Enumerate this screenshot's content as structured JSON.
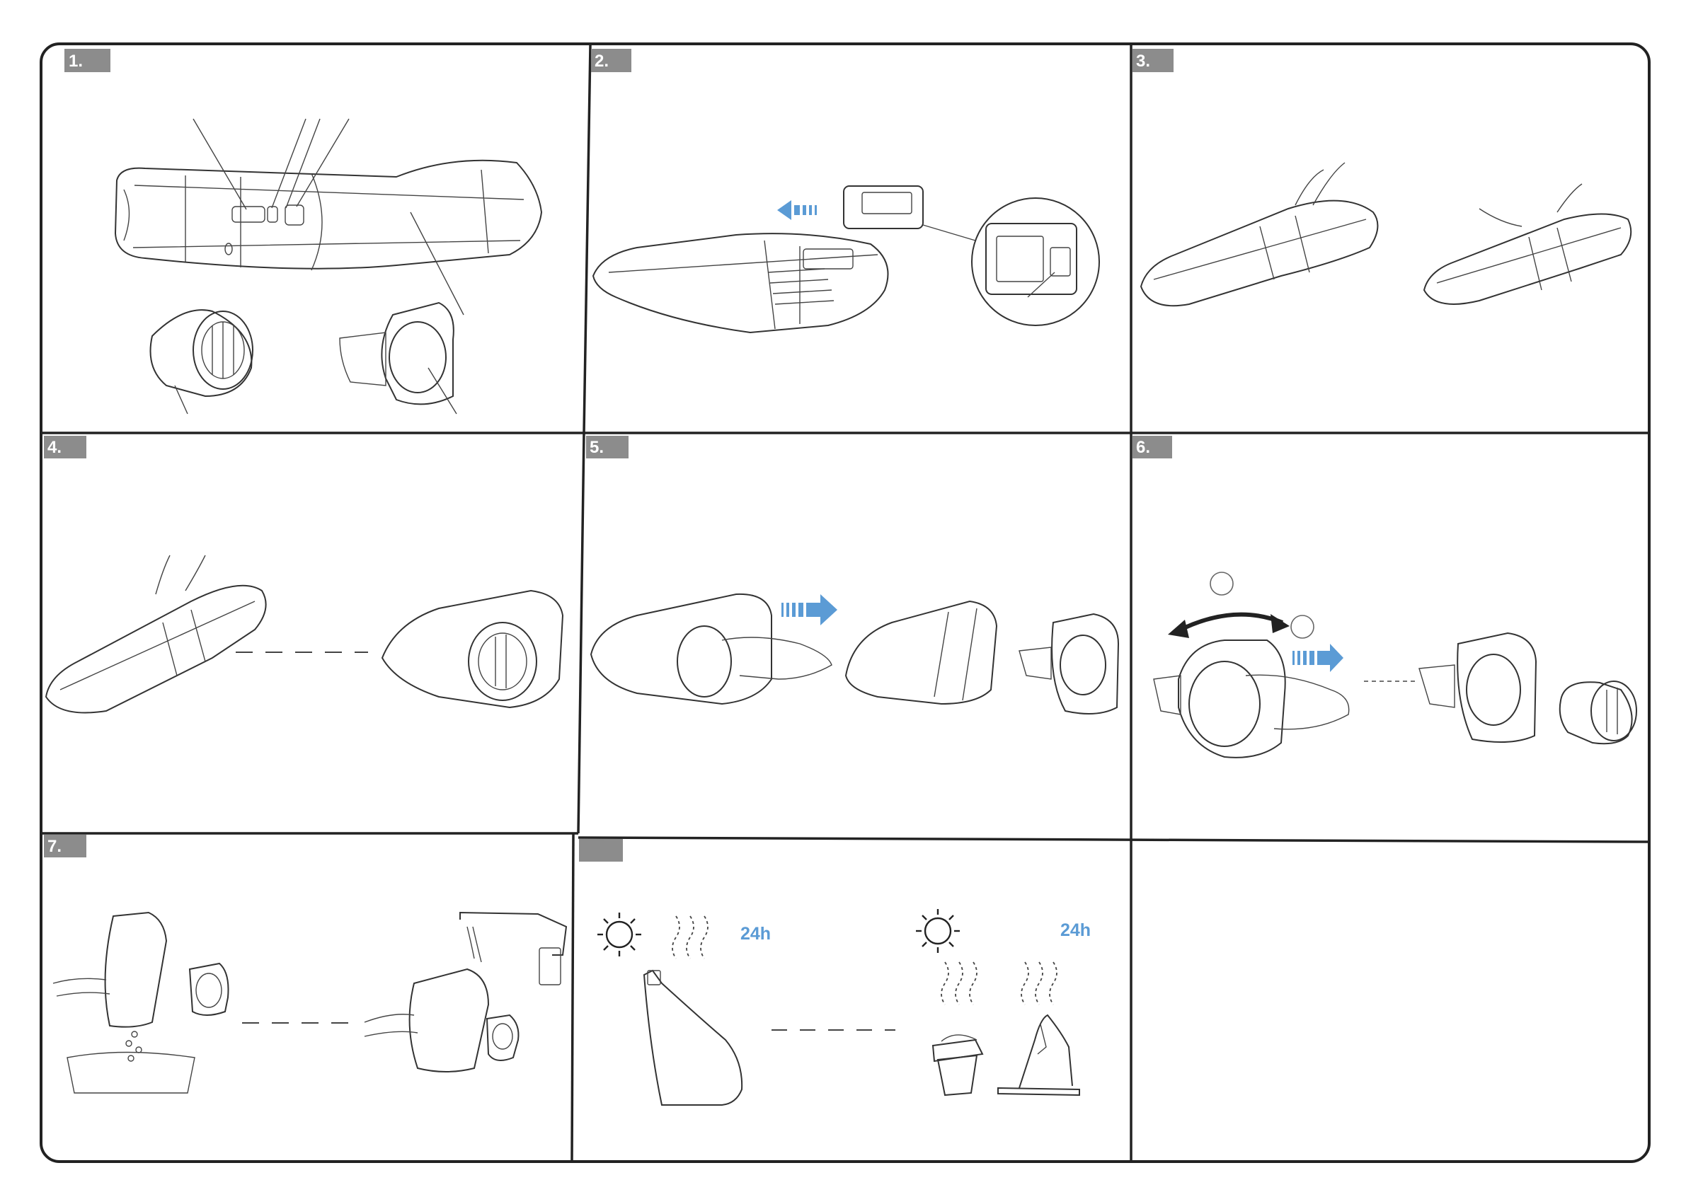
{
  "panels": [
    {
      "tag": "1."
    },
    {
      "tag": "2."
    },
    {
      "tag": "3."
    },
    {
      "tag": "4."
    },
    {
      "tag": "5."
    },
    {
      "tag": "6."
    },
    {
      "tag": "7."
    },
    {
      "tag": ""
    }
  ],
  "drying": {
    "time_left": "24h",
    "time_right": "24h"
  },
  "colors": {
    "tag_background": "#8c8c8c",
    "tag_text": "#ffffff",
    "arrow": "#5b9bd5",
    "frame": "#222222"
  }
}
